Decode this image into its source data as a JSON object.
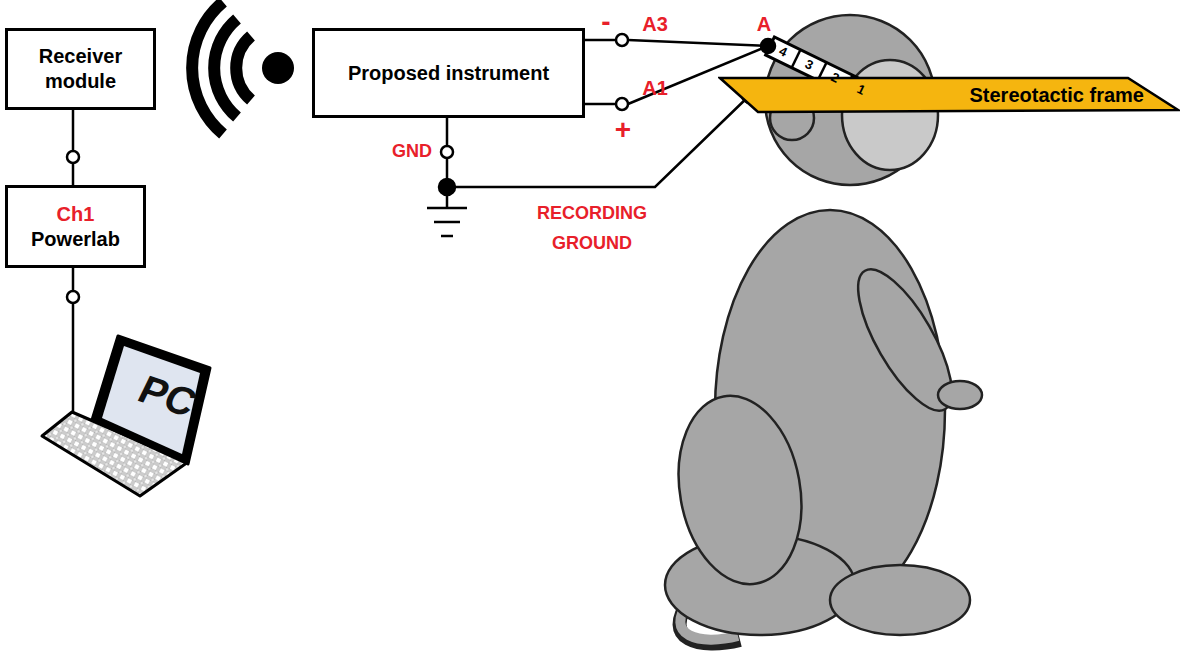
{
  "diagram": {
    "nodes": [
      {
        "text": [
          "Receiver module"
        ]
      },
      {
        "text": [
          "Ch1",
          "Powerlab"
        ]
      },
      {
        "text": [
          "PC"
        ]
      },
      {
        "text": [
          "Proposed instrument"
        ]
      },
      {
        "text": [
          "Stereotactic frame"
        ]
      }
    ],
    "edges": [
      {
        "from": 0,
        "to": 1,
        "arrow": "none"
      },
      {
        "from": 1,
        "to": 2,
        "arrow": "none"
      },
      {
        "from": 3,
        "to": 4,
        "arrow": "none"
      }
    ],
    "labels": [
      "A3",
      "A1",
      "-",
      "+",
      "A",
      "GND",
      "RECORDING GROUND",
      "4",
      "3",
      "2",
      "1"
    ]
  }
}
